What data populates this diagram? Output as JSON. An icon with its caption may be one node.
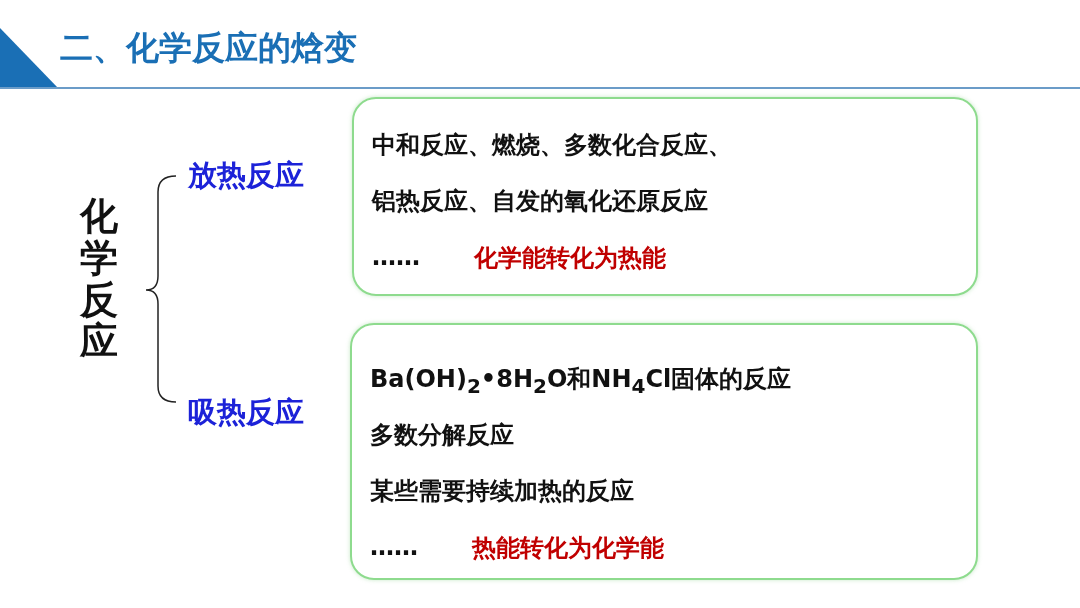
{
  "diagram": {
    "title": "二、化学反应的焓变",
    "nodes": [
      {
        "text": [
          "中和反应、燃烧、多数化合反应、",
          "铝热反应、自发的氧化还原反应",
          "……",
          "化学能转化为热能"
        ],
        "beside": [
          "放热反应"
        ]
      },
      {
        "text": [
          "Ba(OH)$_{2}$•8H$_{2}$O和NH$_{4}$Cl固体的反应",
          "多数分解反应",
          "某些需要持续加热的反应",
          "……",
          "热能转化为化学能"
        ],
        "beside": [
          "吸热反应"
        ]
      }
    ],
    "labels": [
      "化学反应"
    ]
  }
}
